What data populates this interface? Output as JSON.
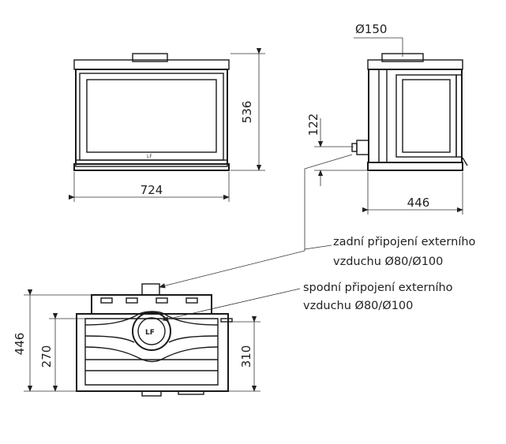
{
  "front_view": {
    "width_dim": "724",
    "height_dim": "536"
  },
  "side_view": {
    "flue_diameter": "Ø150",
    "air_inlet_height": "122",
    "depth_dim": "446"
  },
  "top_view": {
    "depth_dim": "446",
    "left_offset_dim": "270",
    "right_offset_dim": "310"
  },
  "annotations": {
    "rear_connection_line1": "zadní připojení externího",
    "rear_connection_line2": "vzduchu Ø80/Ø100",
    "bottom_connection_line1": "spodní připojení externího",
    "bottom_connection_line2": "vzduchu Ø80/Ø100"
  },
  "colors": {
    "line": "#1a1a1a",
    "background": "#ffffff"
  }
}
